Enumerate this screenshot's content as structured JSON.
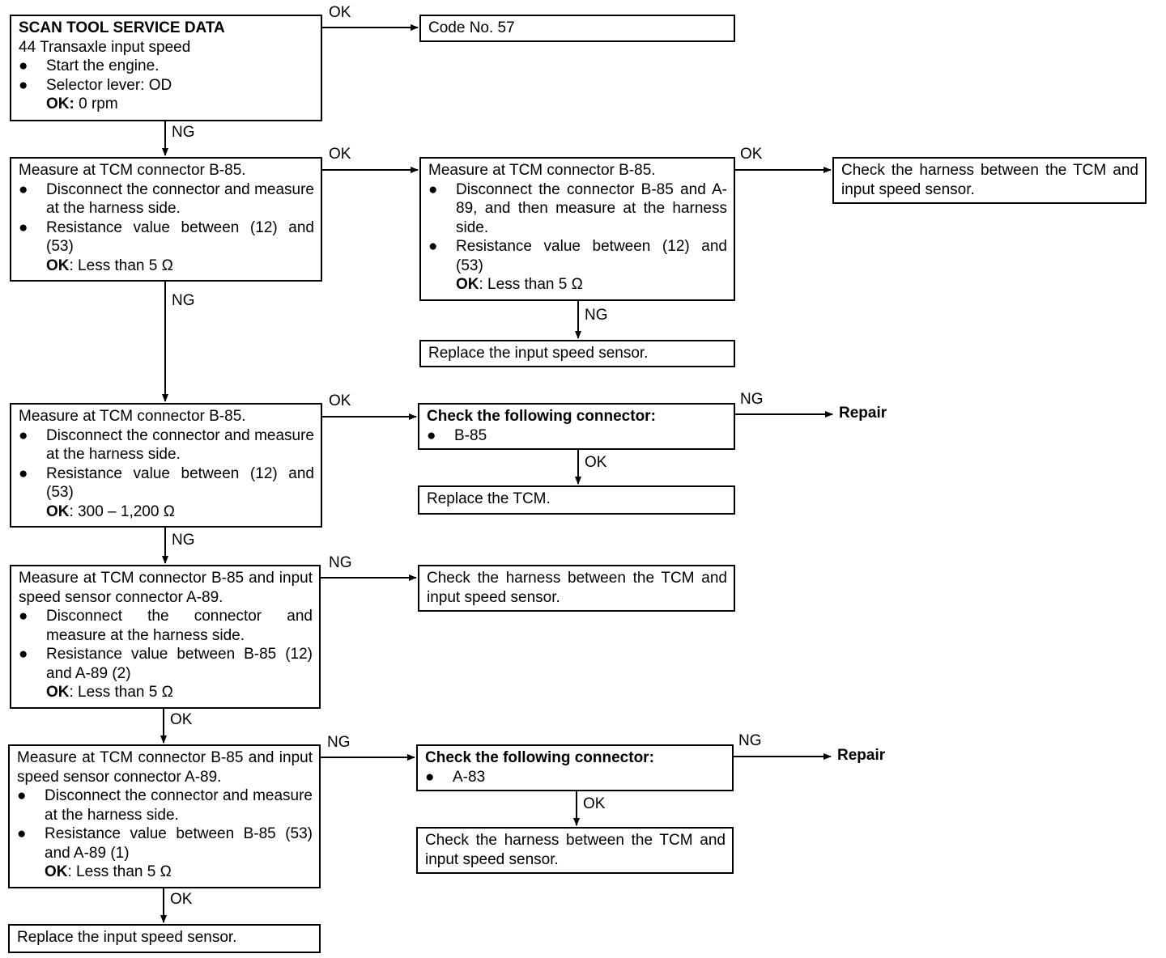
{
  "nodes": {
    "scan": {
      "title": "SCAN TOOL SERVICE DATA",
      "line1": "44 Transaxle input speed",
      "items": [
        "Start the engine.",
        "Selector lever: OD"
      ],
      "ok_label": "OK:",
      "ok_value": " 0 rpm"
    },
    "code57": {
      "text": "Code No. 57"
    },
    "m1": {
      "title": "Measure at TCM connector B-85.",
      "items": [
        "Disconnect the connector and measure at the harness side.",
        "Resistance value between (12) and (53)"
      ],
      "ok_label": "OK",
      "ok_value": ": Less than 5 Ω"
    },
    "m2": {
      "title": "Measure at TCM connector B-85.",
      "items": [
        "Disconnect the connector B-85 and A-89, and then measure at the harness side.",
        "Resistance value between (12) and (53)"
      ],
      "ok_label": "OK",
      "ok_value": ": Less than 5 Ω"
    },
    "check_harness_1": {
      "text": "Check the harness between the TCM and input speed sensor."
    },
    "replace_sensor_1": {
      "text": "Replace the input speed sensor."
    },
    "m3": {
      "title": "Measure at TCM connector B-85.",
      "items": [
        "Disconnect the connector and measure at the harness side.",
        "Resistance value between (12) and (53)"
      ],
      "ok_label": "OK",
      "ok_value": ": 300 – 1,200 Ω"
    },
    "conn_b85": {
      "title": "Check the following connector:",
      "item": "B-85"
    },
    "replace_tcm": {
      "text": "Replace the TCM."
    },
    "m4": {
      "title": "Measure at TCM connector B-85 and input speed sensor connector A-89.",
      "items": [
        "Disconnect the connector and measure at the harness side.",
        "Resistance value between B-85 (12) and A-89 (2)"
      ],
      "ok_label": "OK",
      "ok_value": ": Less than 5 Ω"
    },
    "check_harness_2": {
      "text": "Check the harness between the TCM and input speed sensor."
    },
    "m5": {
      "title": "Measure at TCM connector B-85 and input speed sensor connector A-89.",
      "items": [
        "Disconnect the connector and measure at the harness side.",
        "Resistance value between B-85 (53) and A-89 (1)"
      ],
      "ok_label": "OK",
      "ok_value": ": Less than 5 Ω"
    },
    "conn_a83": {
      "title": "Check the following connector:",
      "item": "A-83"
    },
    "check_harness_3": {
      "text": "Check the harness between the TCM and input speed sensor."
    },
    "replace_sensor_2": {
      "text": "Replace the input speed sensor."
    }
  },
  "labels": {
    "ok": "OK",
    "ng": "NG",
    "repair": "Repair",
    "bullet": "●"
  }
}
